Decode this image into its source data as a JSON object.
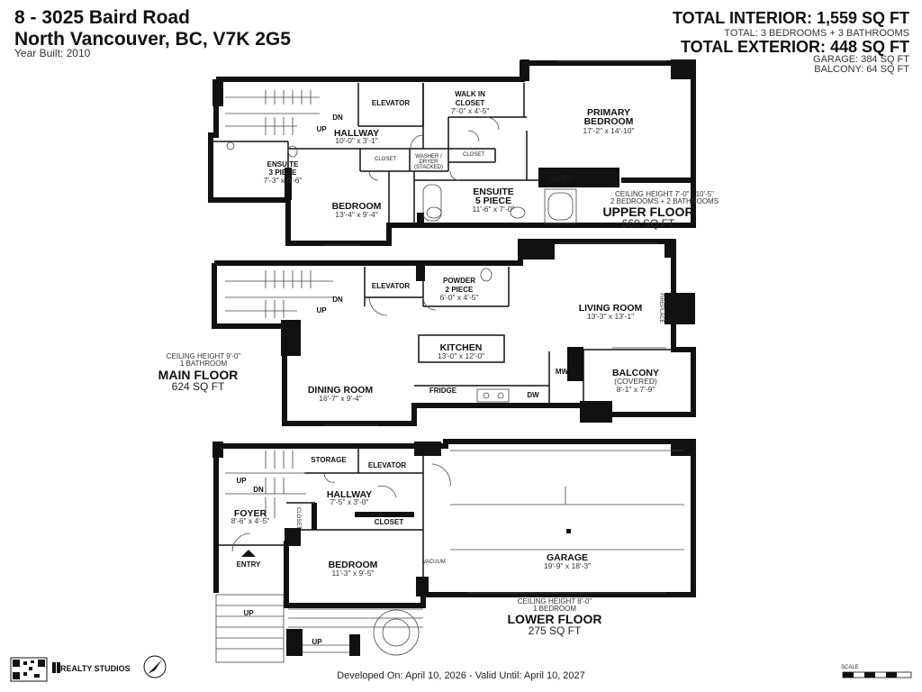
{
  "header": {
    "address_line1": "8 - 3025 Baird Road",
    "address_line2": "North Vancouver, BC, V7K 2G5",
    "year_built": "Year Built: 2010",
    "total_interior": "TOTAL INTERIOR: 1,559 SQ FT",
    "interior_summary": "TOTAL: 3 BEDROOMS + 3 BATHROOMS",
    "total_exterior": "TOTAL EXTERIOR: 448 SQ FT",
    "garage": "GARAGE: 384 SQ FT",
    "balcony": "BALCONY: 64 SQ FT"
  },
  "floors": {
    "upper": {
      "name": "UPPER FLOOR",
      "area": "660 SQ FT",
      "ceiling": "CEILING HEIGHT 7'-0\" - 10'-5\"",
      "summary": "2 BEDROOMS + 2 BATHROOMS"
    },
    "main": {
      "name": "MAIN FLOOR",
      "area": "624 SQ FT",
      "ceiling": "CEILING HEIGHT 9'-0\"",
      "summary": "1 BATHROOM"
    },
    "lower": {
      "name": "LOWER FLOOR",
      "area": "275 SQ FT",
      "ceiling": "CEILING HEIGHT 8'-0\"",
      "summary": "1 BEDROOM"
    }
  },
  "rooms": {
    "primary_bedroom": {
      "name1": "PRIMARY",
      "name2": "BEDROOM",
      "dims": "17'-2\" x 14'-10\""
    },
    "walk_in_closet": {
      "name1": "WALK IN",
      "name2": "CLOSET",
      "dims": "7'-0\" x 4'-5\""
    },
    "elevator_upper": {
      "name": "ELEVATOR"
    },
    "hallway_upper": {
      "name": "HALLWAY",
      "dims": "10'-0\" x 3'-1\""
    },
    "ensuite3": {
      "name1": "ENSUITE",
      "name2": "3 PIECE",
      "dims": "7'-3\" x 6'-6\""
    },
    "bedroom_upper": {
      "name": "BEDROOM",
      "dims": "13'-4\" x 9'-4\""
    },
    "closet_u1": {
      "name": "CLOSET"
    },
    "washer": {
      "name1": "WASHER /",
      "name2": "DRYER",
      "name3": "(STACKED)"
    },
    "closet_u2": {
      "name": "CLOSET"
    },
    "ensuite5": {
      "name1": "ENSUITE",
      "name2": "5 PIECE",
      "dims": "11'-6\" x 7'-0\""
    },
    "closet_u3": {
      "name": "CLOSET"
    },
    "elevator_main": {
      "name": "ELEVATOR"
    },
    "powder": {
      "name1": "POWDER",
      "name2": "2 PIECE",
      "dims": "6'-0\" x 4'-5\""
    },
    "living": {
      "name": "LIVING ROOM",
      "dims": "13'-3\" x 13'-1\"",
      "fireplace": "FIREPLACE"
    },
    "kitchen": {
      "name": "KITCHEN",
      "dims": "13'-0\" x 12'-0\""
    },
    "dining": {
      "name": "DINING ROOM",
      "dims": "16'-7\" x 9'-4\""
    },
    "balcony_room": {
      "name": "BALCONY",
      "sub": "(COVERED)",
      "dims": "8'-1\" x 7'-9\""
    },
    "fridge": {
      "name": "FRIDGE"
    },
    "dw": {
      "name": "DW"
    },
    "mw": {
      "name": "MW"
    },
    "storage": {
      "name": "STORAGE"
    },
    "elevator_lower": {
      "name": "ELEVATOR"
    },
    "hallway_lower": {
      "name": "HALLWAY",
      "dims": "7'-5\" x 3'-0\""
    },
    "foyer": {
      "name": "FOYER",
      "dims": "8'-6\" x 4'-5\""
    },
    "closet_l1": {
      "name": "CLOSET"
    },
    "closet_l2": {
      "name": "CLOSET"
    },
    "entry": {
      "name": "ENTRY"
    },
    "bedroom_lower": {
      "name": "BEDROOM",
      "dims": "11'-3\" x 9'-5\""
    },
    "garage_room": {
      "name": "GARAGE",
      "dims": "19'-9\" x 18'-3\"",
      "vacuum": "VACUUM"
    }
  },
  "stairs": {
    "up": "UP",
    "dn": "DN"
  },
  "footer": {
    "developed": "Developed On: April 10, 2026 - Valid Until: April 10, 2027",
    "logo": "REALTY STUDIOS",
    "scale": "SCALE"
  },
  "colors": {
    "walls": "#111111",
    "background": "#ffffff"
  }
}
